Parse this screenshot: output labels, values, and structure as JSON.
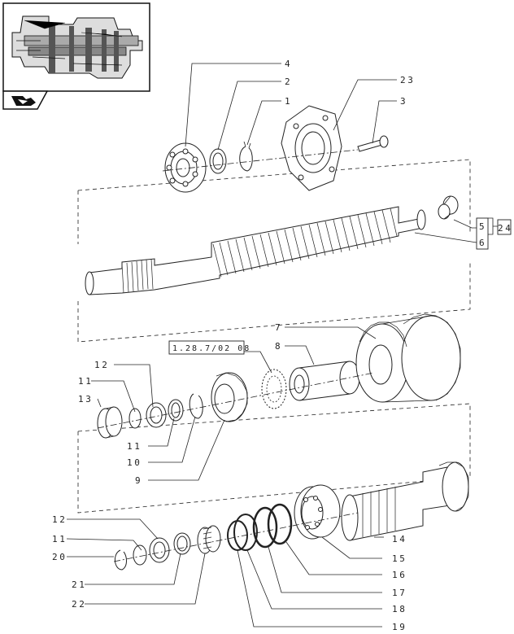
{
  "callouts": {
    "c1": "1",
    "c2": "2",
    "c3": "3",
    "c4": "4",
    "c5": "5",
    "c6": "6",
    "c7": "7",
    "c8": "8",
    "c9": "9",
    "c10": "10",
    "c11a": "11",
    "c11b": "11",
    "c11c": "11",
    "c12a": "12",
    "c12b": "12",
    "c13": "13",
    "c14": "14",
    "c15": "15",
    "c16": "16",
    "c17": "17",
    "c18": "18",
    "c19": "19",
    "c20": "20",
    "c21": "21",
    "c22": "22",
    "c23": "23",
    "c24": "24"
  },
  "reference_box": "1.28.7/02 08",
  "icons": {
    "thumbnail": "transmission-section-thumbnail",
    "nav": "book-arrow-icon"
  }
}
